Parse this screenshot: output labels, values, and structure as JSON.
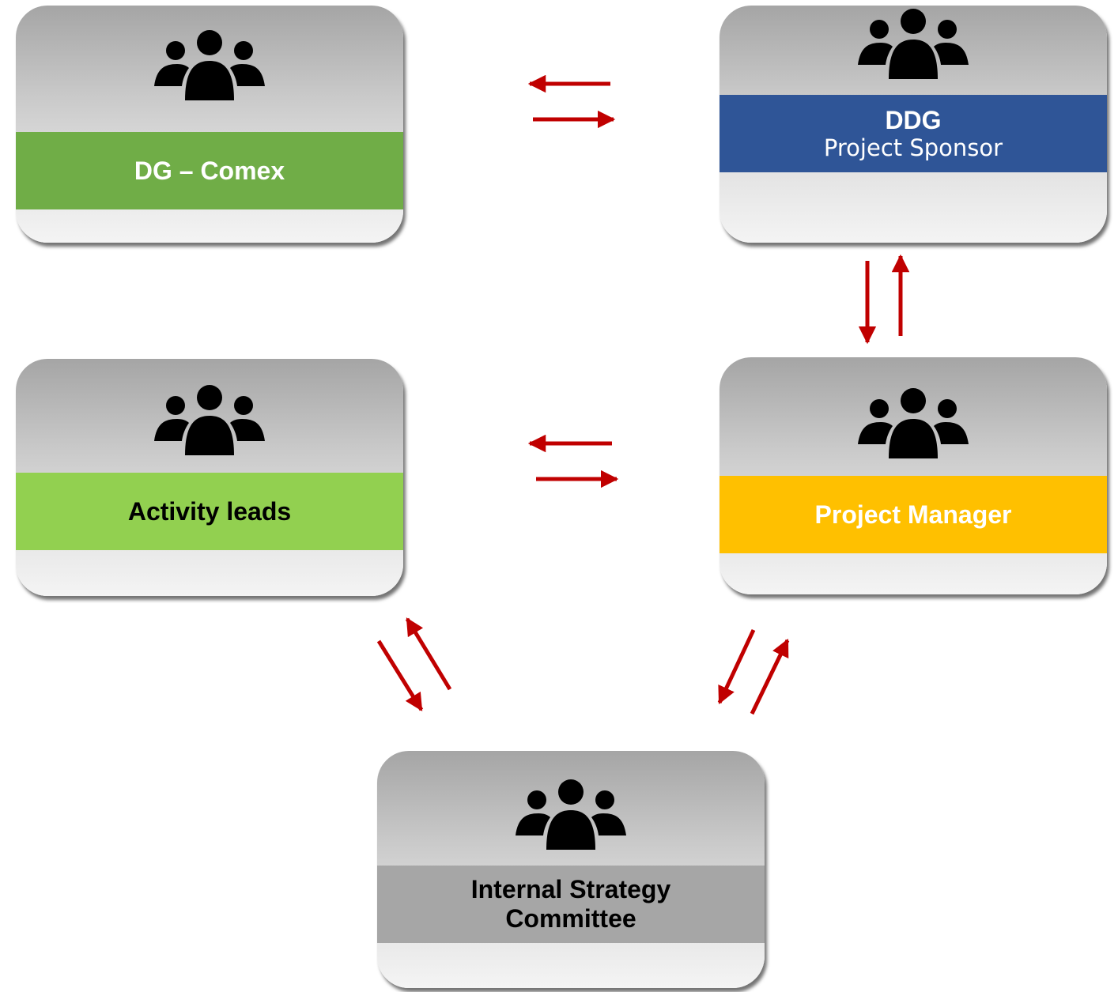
{
  "colors": {
    "arrow": "#c00000",
    "dg_band": "#70ad47",
    "ddg_band": "#2f5597",
    "activity_band": "#92d050",
    "pm_band": "#ffc000",
    "isc_band": "#a6a6a6"
  },
  "icon_name": "people-group-icon",
  "nodes": {
    "dg": {
      "label": "DG – Comex"
    },
    "ddg": {
      "title": "DDG",
      "subtitle": "Project Sponsor"
    },
    "activity": {
      "label": "Activity leads"
    },
    "pm": {
      "label": "Project Manager"
    },
    "isc": {
      "line1": "Internal Strategy",
      "line2": "Committee"
    }
  }
}
